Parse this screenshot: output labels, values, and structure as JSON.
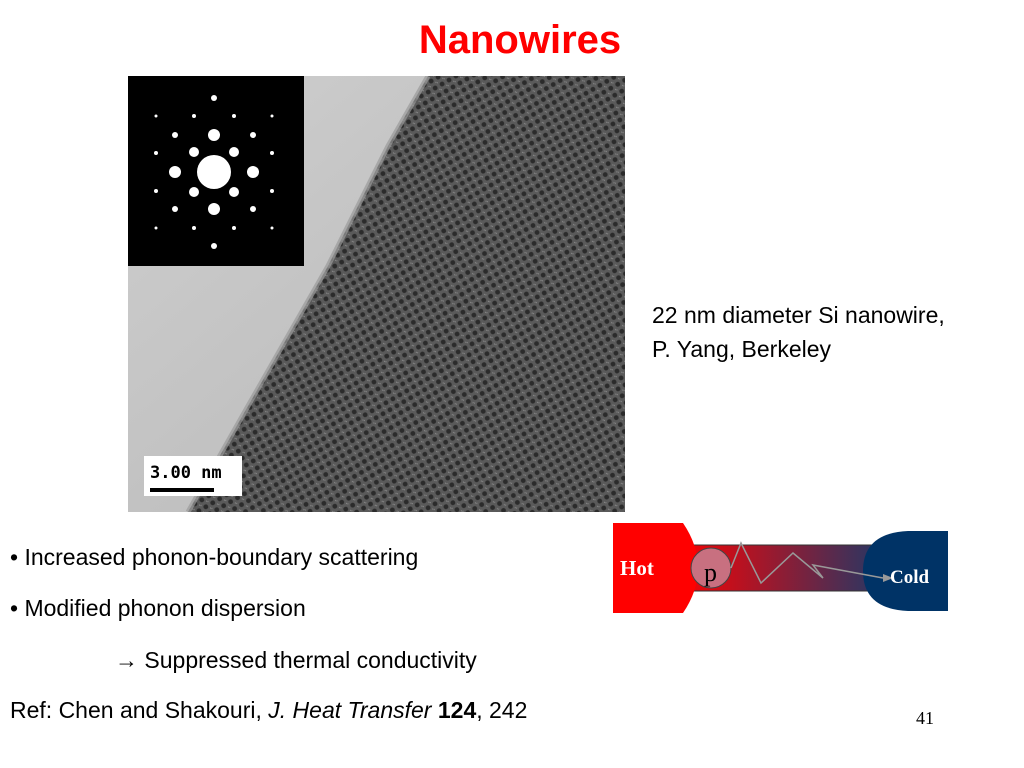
{
  "slide": {
    "title": "Nanowires",
    "caption_line1": "22 nm diameter Si nanowire,",
    "caption_line2": "P. Yang, Berkeley",
    "scale_bar_label": "3.00 nm",
    "bullets": [
      "• Increased phonon-boundary scattering",
      "• Modified phonon dispersion"
    ],
    "result": "→ Suppressed thermal conductivity",
    "ref": {
      "prefix": "Ref: Chen and Shakouri, ",
      "journal": "J. Heat Transfer",
      "volume": "124",
      "pages": ", 242"
    },
    "page_number": "41"
  },
  "diagram": {
    "hot_label": "Hot",
    "cold_label": "Cold",
    "particle_label": "p",
    "hot_color": "#ff0000",
    "cold_color": "#003366"
  }
}
